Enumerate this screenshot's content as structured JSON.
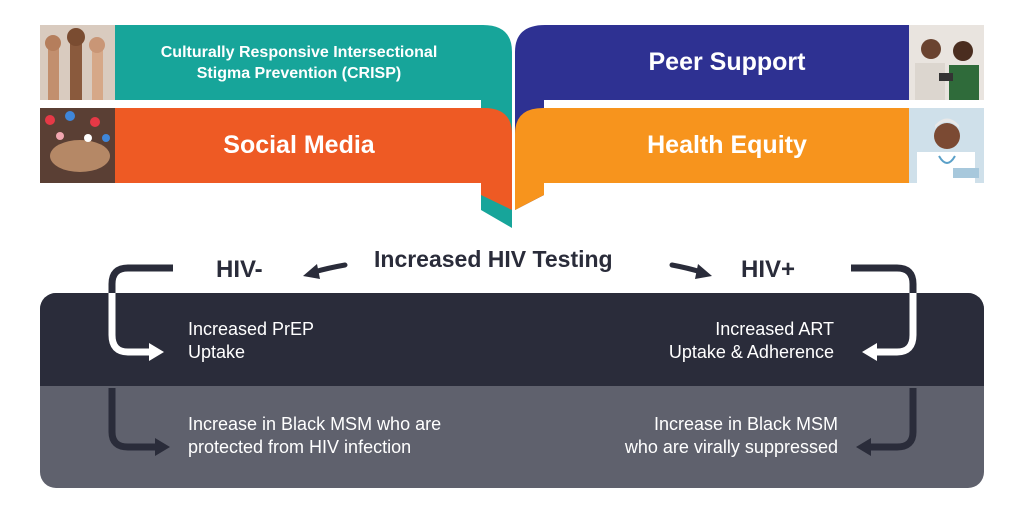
{
  "top": {
    "crisp_line1": "Culturally Responsive Intersectional",
    "crisp_line2": "Stigma Prevention (CRISP)",
    "peer_support": "Peer Support",
    "social_media": "Social Media",
    "health_equity": "Health Equity"
  },
  "middle": {
    "center": "Increased HIV Testing",
    "negative": "HIV-",
    "positive": "HIV+"
  },
  "panel": {
    "prep_line1": "Increased PrEP",
    "prep_line2": "Uptake",
    "art_line1": "Increased ART",
    "art_line2": "Uptake & Adherence",
    "protected_line1": "Increase in Black MSM who are",
    "protected_line2": "protected from HIV infection",
    "suppressed_line1": "Increase in Black MSM",
    "suppressed_line2": "who are virally suppressed"
  },
  "icons": {
    "photo_1": "raised-fists-photo",
    "photo_2": "peer-support-photo",
    "photo_3": "social-media-hand-photo",
    "photo_4": "doctor-photo"
  },
  "colors": {
    "teal": "#17a59a",
    "navy": "#2e3192",
    "orange_red": "#ee5a24",
    "orange": "#f7941d",
    "dark_panel": "#2a2c3a",
    "gray_panel": "#5f616d",
    "arrow": "#2a2c3a"
  }
}
